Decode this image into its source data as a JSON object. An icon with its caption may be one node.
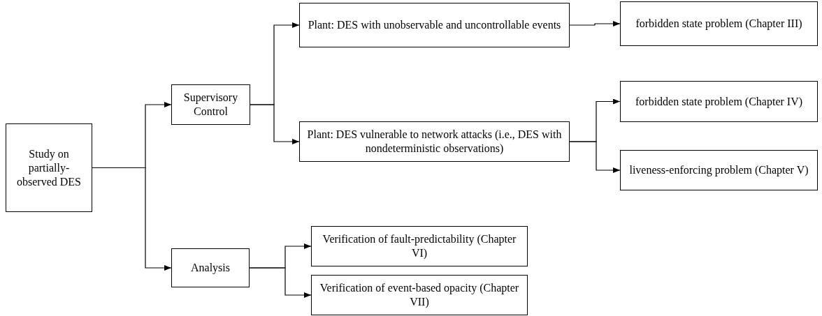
{
  "diagram": {
    "nodes": [
      {
        "text": [
          "Study on partially-observed DES"
        ]
      },
      {
        "text": [
          "Supervisory Control"
        ]
      },
      {
        "text": [
          "Analysis"
        ]
      },
      {
        "text": [
          "Plant: DES with unobservable and uncontrollable events"
        ]
      },
      {
        "text": [
          "Plant: DES vulnerable to network attacks (i.e., DES with nondeterministic observations)"
        ]
      },
      {
        "text": [
          "forbidden state problem (Chapter III)"
        ]
      },
      {
        "text": [
          "forbidden state problem (Chapter IV)"
        ]
      },
      {
        "text": [
          "liveness-enforcing problem (Chapter V)"
        ]
      },
      {
        "text": [
          "Verification of fault-predictability (Chapter VI)"
        ]
      },
      {
        "text": [
          "Verification of event-based opacity (Chapter VII)"
        ]
      }
    ],
    "edges": [
      {
        "from": 0,
        "to": 1,
        "arrow": "to"
      },
      {
        "from": 0,
        "to": 2,
        "arrow": "to"
      },
      {
        "from": 1,
        "to": 3,
        "arrow": "to"
      },
      {
        "from": 1,
        "to": 4,
        "arrow": "to"
      },
      {
        "from": 3,
        "to": 5,
        "arrow": "to"
      },
      {
        "from": 4,
        "to": 6,
        "arrow": "to"
      },
      {
        "from": 4,
        "to": 7,
        "arrow": "to"
      },
      {
        "from": 2,
        "to": 8,
        "arrow": "to"
      },
      {
        "from": 2,
        "to": 9,
        "arrow": "to"
      }
    ]
  }
}
